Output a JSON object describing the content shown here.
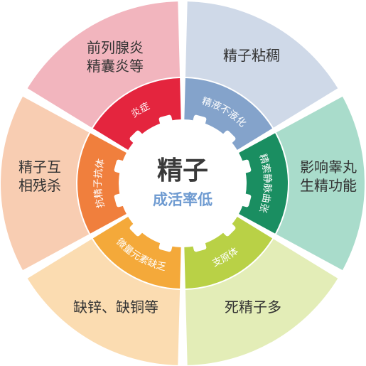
{
  "diagram": {
    "center": {
      "title": "精子",
      "subtitle": "成活率低",
      "subtitle_color": "#6f9bd1"
    },
    "sectors": [
      {
        "id": "top-right",
        "ring_label": "精液不液化",
        "outer_lines": [
          "精子粘稠"
        ],
        "outer_color": "#cfd9e8",
        "ring_color": "#84a3cb"
      },
      {
        "id": "right",
        "ring_label": "精索静脉曲张",
        "outer_lines": [
          "影响睾丸",
          "生精功能"
        ],
        "outer_color": "#a9dccb",
        "ring_color": "#1a8e61"
      },
      {
        "id": "bottom-right",
        "ring_label": "支原体",
        "outer_lines": [
          "死精子多"
        ],
        "outer_color": "#e3edb7",
        "ring_color": "#b9d146"
      },
      {
        "id": "bottom-left",
        "ring_label": "微量元素缺乏",
        "outer_lines": [
          "缺锌、缺铜等"
        ],
        "outer_color": "#fbdcb1",
        "ring_color": "#f4a93a"
      },
      {
        "id": "left",
        "ring_label": "抗精子抗体",
        "outer_lines": [
          "精子互",
          "相残杀"
        ],
        "outer_color": "#f8cdb2",
        "ring_color": "#f07f3d"
      },
      {
        "id": "top-left",
        "ring_label": "炎症",
        "outer_lines": [
          "前列腺炎",
          "精囊炎等"
        ],
        "outer_color": "#f2b5be",
        "ring_color": "#e4253e"
      }
    ]
  }
}
